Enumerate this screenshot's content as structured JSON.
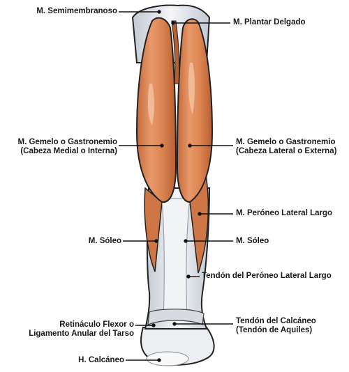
{
  "labels": {
    "semimembranoso": "M. Semimembranoso",
    "plantar_delgado": "M. Plantar Delgado",
    "gemelo_medial_l1": "M. Gemelo o Gastronemio",
    "gemelo_medial_l2": "(Cabeza Medial o Interna)",
    "gemelo_lateral_l1": "M. Gemelo o Gastronemio",
    "gemelo_lateral_l2": "(Cabeza Lateral o Externa)",
    "peroneo_lateral_largo": "M. Peróneo Lateral Largo",
    "soleo_left": "M. Sóleo",
    "soleo_right": "M. Sóleo",
    "tendon_peroneo": "Tendón del Peróneo Lateral Largo",
    "retinaculo_l1": "Retináculo Flexor o",
    "retinaculo_l2": "Ligamento Anular del Tarso",
    "tendon_calcaneo_l1": "Tendón del Calcáneo",
    "tendon_calcaneo_l2": "(Tendón de Aquiles)",
    "calcaneo": "H. Calcáneo"
  },
  "colors": {
    "muscle": "#d9824f",
    "muscle_dark": "#b85f32",
    "muscle_light": "#eba57a",
    "tendon": "#e6e9ee",
    "tendon_shadow": "#b9bfc8",
    "outline": "#1a1a1a"
  }
}
